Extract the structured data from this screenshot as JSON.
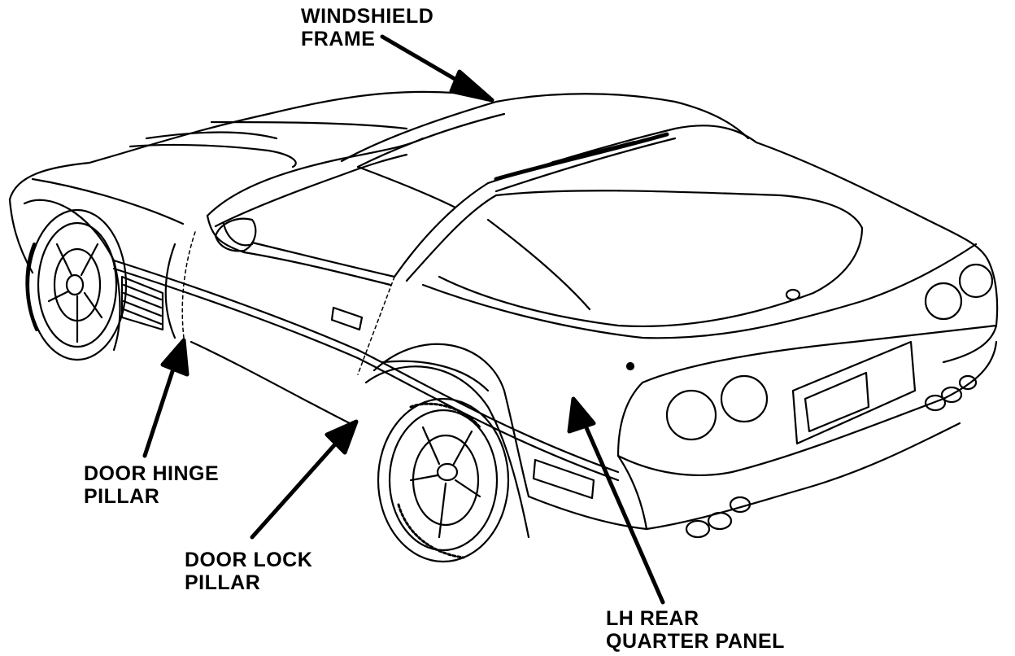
{
  "colors": {
    "ink": "#000000",
    "paper": "#ffffff"
  },
  "callouts": {
    "windshield_frame": {
      "line1": "WINDSHIELD",
      "line2": "FRAME"
    },
    "door_hinge_pillar": {
      "line1": "DOOR HINGE",
      "line2": "PILLAR"
    },
    "door_lock_pillar": {
      "line1": "DOOR LOCK",
      "line2": "PILLAR"
    },
    "lh_rear_quarter_panel": {
      "line1": "LH REAR",
      "line2": "QUARTER PANEL"
    }
  }
}
